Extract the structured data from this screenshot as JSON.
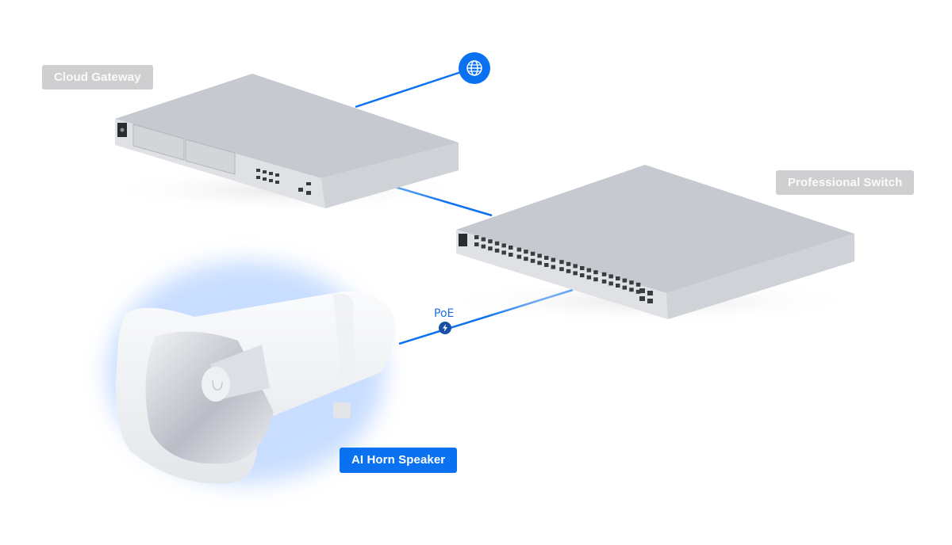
{
  "colors": {
    "link": "#0a72f0",
    "poe_dot": "#174ea6",
    "muted_label_bg": "#cfcfd1",
    "active_label_bg": "#0a72f0",
    "device_top": "#c5c8ce",
    "device_front": "#dfe1e5"
  },
  "devices": {
    "gateway": {
      "label": "Cloud Gateway",
      "state": "inactive"
    },
    "switch": {
      "label": "Professional Switch",
      "state": "inactive"
    },
    "speaker": {
      "label": "AI Horn Speaker",
      "state": "active"
    }
  },
  "internet": {
    "icon": "globe-icon"
  },
  "connections": {
    "poe": {
      "label": "PoE",
      "icon": "lightning-icon"
    }
  }
}
